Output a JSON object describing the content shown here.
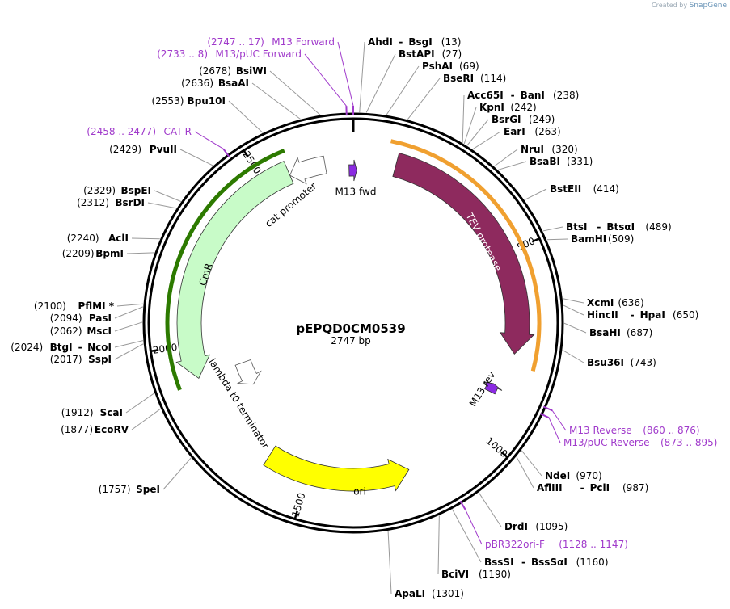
{
  "credit": {
    "prefix": "Created by",
    "brand": "SnapGene"
  },
  "plasmid": {
    "name": "pEPQD0CM0539",
    "length": 2747,
    "length_label": "2747 bp"
  },
  "ticks": [
    "500",
    "1000",
    "1500",
    "2000",
    "2500"
  ],
  "sites": [
    {
      "name": "AhdI",
      "name2": "BsgI",
      "pos": "(13)",
      "bp": 13,
      "side": "right"
    },
    {
      "name": "BstAPI",
      "pos": "(27)",
      "bp": 27,
      "side": "right"
    },
    {
      "name": "PshAI",
      "pos": "(69)",
      "bp": 69,
      "side": "right"
    },
    {
      "name": "BseRI",
      "pos": "(114)",
      "bp": 114,
      "side": "right"
    },
    {
      "name": "Acc65I",
      "name2": "BanI",
      "pos": "(238)",
      "bp": 238,
      "side": "right"
    },
    {
      "name": "KpnI",
      "pos": "(242)",
      "bp": 242,
      "side": "right"
    },
    {
      "name": "BsrGI",
      "pos": "(249)",
      "bp": 249,
      "side": "right"
    },
    {
      "name": "EarI",
      "pos": "(263)",
      "bp": 263,
      "side": "right"
    },
    {
      "name": "NruI",
      "pos": "(320)",
      "bp": 320,
      "side": "right"
    },
    {
      "name": "BsaBI",
      "pos": "(331)",
      "bp": 331,
      "side": "right"
    },
    {
      "name": "BstEII",
      "pos": "(414)",
      "bp": 414,
      "side": "right"
    },
    {
      "name": "BtsI",
      "name2": "BtsαI",
      "pos": "(489)",
      "bp": 489,
      "side": "right"
    },
    {
      "name": "BamHI",
      "pos": "(509)",
      "bp": 509,
      "side": "right"
    },
    {
      "name": "XcmI",
      "pos": "(636)",
      "bp": 636,
      "side": "right"
    },
    {
      "name": "HincII",
      "name2": "HpaI",
      "pos": "(650)",
      "bp": 650,
      "side": "right"
    },
    {
      "name": "BsaHI",
      "pos": "(687)",
      "bp": 687,
      "side": "right"
    },
    {
      "name": "Bsu36I",
      "pos": "(743)",
      "bp": 743,
      "side": "right"
    },
    {
      "name": "NdeI",
      "pos": "(970)",
      "bp": 970,
      "side": "right"
    },
    {
      "name": "AflIII",
      "name2": "PciI",
      "pos": "(987)",
      "bp": 987,
      "side": "right"
    },
    {
      "name": "DrdI",
      "pos": "(1095)",
      "bp": 1095,
      "side": "right"
    },
    {
      "name": "BssSI",
      "name2": "BssSαI",
      "pos": "(1160)",
      "bp": 1160,
      "side": "right"
    },
    {
      "name": "BciVI",
      "pos": "(1190)",
      "bp": 1190,
      "side": "right"
    },
    {
      "name": "ApaLI",
      "pos": "(1301)",
      "bp": 1301,
      "side": "right"
    },
    {
      "name": "SpeI",
      "pos": "(1757)",
      "bp": 1757,
      "side": "left"
    },
    {
      "name": "EcoRV",
      "pos": "(1877)",
      "bp": 1877,
      "side": "left"
    },
    {
      "name": "ScaI",
      "pos": "(1912)",
      "bp": 1912,
      "side": "left"
    },
    {
      "name": "SspI",
      "pos": "(2017)",
      "bp": 2017,
      "side": "left"
    },
    {
      "name": "BtgI",
      "name2": "NcoI",
      "pos": "(2024)",
      "bp": 2024,
      "side": "left"
    },
    {
      "name": "MscI",
      "pos": "(2062)",
      "bp": 2062,
      "side": "left"
    },
    {
      "name": "PasI",
      "pos": "(2094)",
      "bp": 2094,
      "side": "left"
    },
    {
      "name": "PflMI *",
      "pos": "(2100)",
      "bp": 2100,
      "side": "left"
    },
    {
      "name": "BpmI",
      "pos": "(2209)",
      "bp": 2209,
      "side": "left"
    },
    {
      "name": "AclI",
      "pos": "(2240)",
      "bp": 2240,
      "side": "left"
    },
    {
      "name": "BsrDI",
      "pos": "(2312)",
      "bp": 2312,
      "side": "left"
    },
    {
      "name": "BspEI",
      "pos": "(2329)",
      "bp": 2329,
      "side": "left"
    },
    {
      "name": "PvuII",
      "pos": "(2429)",
      "bp": 2429,
      "side": "left"
    },
    {
      "name": "Bpu10I",
      "pos": "(2553)",
      "bp": 2553,
      "side": "left"
    },
    {
      "name": "BsaAI",
      "pos": "(2636)",
      "bp": 2636,
      "side": "left"
    },
    {
      "name": "BsiWI",
      "pos": "(2678)",
      "bp": 2678,
      "side": "left"
    }
  ],
  "primers": [
    {
      "name": "M13 Forward",
      "pos": "(2747 .. 17)",
      "bp": 2747,
      "side": "left"
    },
    {
      "name": "M13/pUC Forward",
      "pos": "(2733 .. 8)",
      "bp": 2733,
      "side": "left"
    },
    {
      "name": "CAT-R",
      "pos": "(2458 .. 2477)",
      "bp": 2467,
      "side": "left"
    },
    {
      "name": "M13 Reverse",
      "pos": "(860 .. 876)",
      "bp": 868,
      "side": "right"
    },
    {
      "name": "M13/pUC Reverse",
      "pos": "(873 .. 895)",
      "bp": 884,
      "side": "right"
    },
    {
      "name": "pBR322ori-F",
      "pos": "(1128 .. 1147)",
      "bp": 1137,
      "side": "right"
    }
  ],
  "features": [
    {
      "name": "TEV protease",
      "start": 115,
      "end": 770,
      "direction": "forward",
      "color": "#8e2a5e",
      "text_color": "#ffffff"
    },
    {
      "name": "ori",
      "start": 1215,
      "end": 1620,
      "direction": "reverse",
      "color": "#ffff00",
      "text_color": "#000000"
    },
    {
      "name": "CmR",
      "start": 1910,
      "end": 2570,
      "direction": "reverse",
      "color": "#c8fbc8",
      "text_color": "#000000"
    },
    {
      "name": "cat promoter",
      "start": 2570,
      "end": 2670,
      "direction": "reverse",
      "color": "#ffffff",
      "text_color": "#000000"
    },
    {
      "name": "lambda t0 terminator",
      "start": 1820,
      "end": 1910,
      "direction": "reverse",
      "color": "#ffffff",
      "text_color": "#000000"
    },
    {
      "name": "M13 fwd",
      "start": 2735,
      "end": 10,
      "direction": "forward",
      "color": "#8b2be2",
      "text_color": "#000000"
    },
    {
      "name": "M13 rev",
      "start": 865,
      "end": 890,
      "direction": "reverse",
      "color": "#8b2be2",
      "text_color": "#000000"
    }
  ],
  "outer_arcs": [
    {
      "name": "TEV protease outline",
      "start": 90,
      "end": 800,
      "color": "#f0a030"
    },
    {
      "name": "CmR outline",
      "start": 1900,
      "end": 2580,
      "color": "#2d7a00"
    }
  ]
}
